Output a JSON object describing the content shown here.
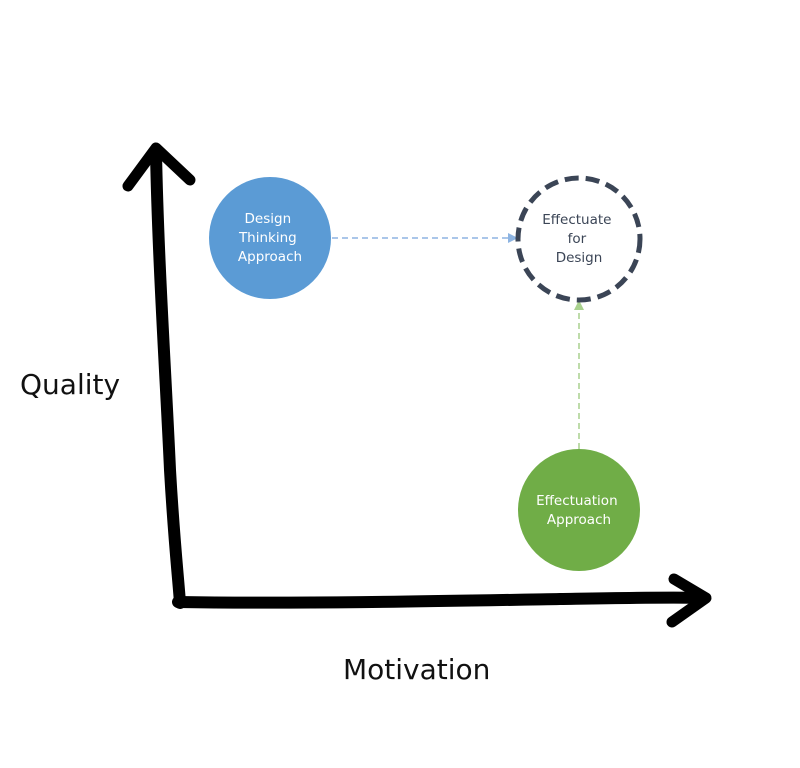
{
  "axes": {
    "y_label": "Quality",
    "x_label": "Motivation",
    "color": "#000000"
  },
  "nodes": {
    "design_thinking": {
      "lines": [
        "Design",
        "Thinking",
        "Approach"
      ],
      "fill": "#5b9bd5",
      "text_color": "#ffffff"
    },
    "effectuate": {
      "lines": [
        "Effectuate",
        "for",
        "Design"
      ],
      "stroke": "#3b4556",
      "text_color": "#3b4556"
    },
    "effectuation": {
      "lines": [
        "Effectuation",
        "Approach"
      ],
      "fill": "#70ad47",
      "text_color": "#ffffff"
    }
  },
  "connectors": {
    "horizontal_color": "#8db4e2",
    "vertical_color": "#a9d18e"
  }
}
